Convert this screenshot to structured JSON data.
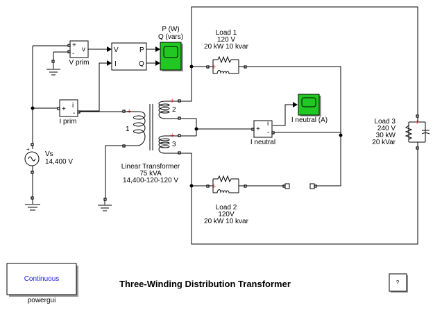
{
  "title": "Three-Winding Distribution Transformer",
  "powergui": {
    "mode": "Continuous",
    "label": "powergui"
  },
  "help_button": "?",
  "source": {
    "name": "Vs",
    "value": "14,400 V"
  },
  "v_prim": {
    "name": "V prim",
    "port_plus": "+",
    "port_minus": "-",
    "out": "v"
  },
  "i_prim": {
    "name": "I prim",
    "port_plus": "+",
    "port_minus": "-",
    "out": "i"
  },
  "pq_block": {
    "in_v": "V",
    "in_i": "I",
    "out_p": "P",
    "out_q": "Q"
  },
  "scope_pq": {
    "line1": "P (W)",
    "line2": "Q (vars)"
  },
  "transformer": {
    "name": "Linear Transformer",
    "rating": "75 kVA",
    "voltages": "14,400-120-120 V",
    "w1": "1",
    "w2": "2",
    "w3": "3"
  },
  "load1": {
    "name": "Load 1",
    "voltage": "120 V",
    "power": "20 kW 10 kvar"
  },
  "load2": {
    "name": "Load 2",
    "voltage": "120V",
    "power": "20 kW 10 kvar"
  },
  "load3": {
    "name": "Load 3",
    "voltage": "240 V",
    "p": "30 kW",
    "q": "20 kVar"
  },
  "i_neutral": {
    "name": "I neutral",
    "port_plus": "+",
    "port_minus": "-",
    "out": "i"
  },
  "scope_neutral": {
    "label": "I neutral (A)"
  },
  "colors": {
    "scope": "#22c822",
    "polarity": "#e03030",
    "continuous": "#1a1ad8"
  }
}
